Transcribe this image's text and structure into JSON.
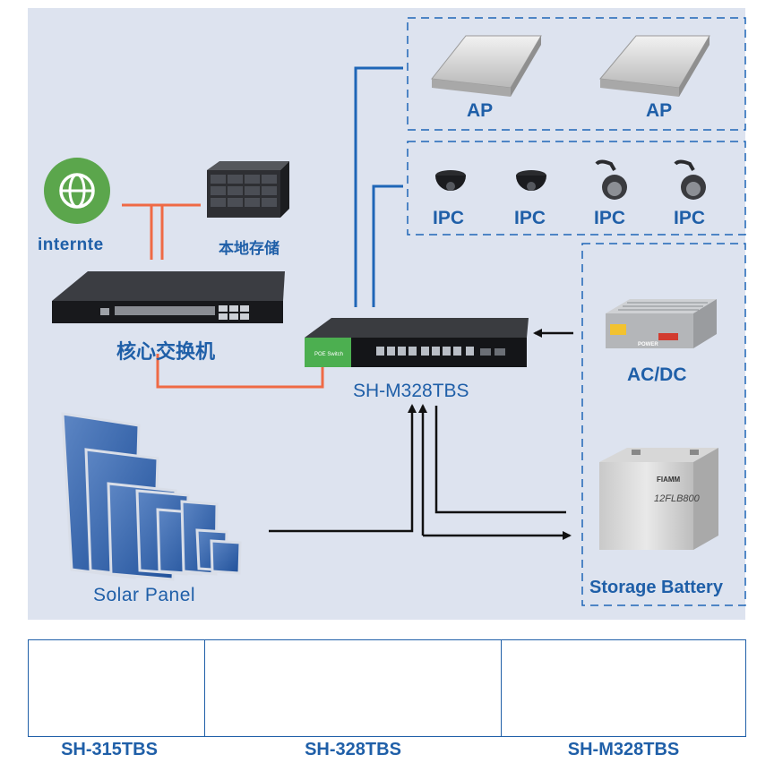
{
  "diagram": {
    "nodes": {
      "internet": "internte",
      "storage": "本地存储",
      "core_switch": "核心交换机",
      "main_switch": "SH-M328TBS",
      "solar": "Solar Panel",
      "ap1": "AP",
      "ap2": "AP",
      "ipc": [
        "IPC",
        "IPC",
        "IPC",
        "IPC"
      ],
      "acdc": "AC/DC",
      "battery": "Storage Battery",
      "psu_brand": "POWER",
      "battery_brand": "FIAMM",
      "battery_model": "12FLB800",
      "switch_badge": "POE Switch"
    },
    "colors": {
      "panel_bg": "#dde3ef",
      "label_blue": "#1f5fa8",
      "link_blue": "#1f66b7",
      "link_orange": "#ef6a45",
      "link_black": "#111111"
    }
  },
  "products": [
    {
      "name": "SH-315TBS"
    },
    {
      "name": "SH-328TBS"
    },
    {
      "name": "SH-M328TBS"
    }
  ]
}
